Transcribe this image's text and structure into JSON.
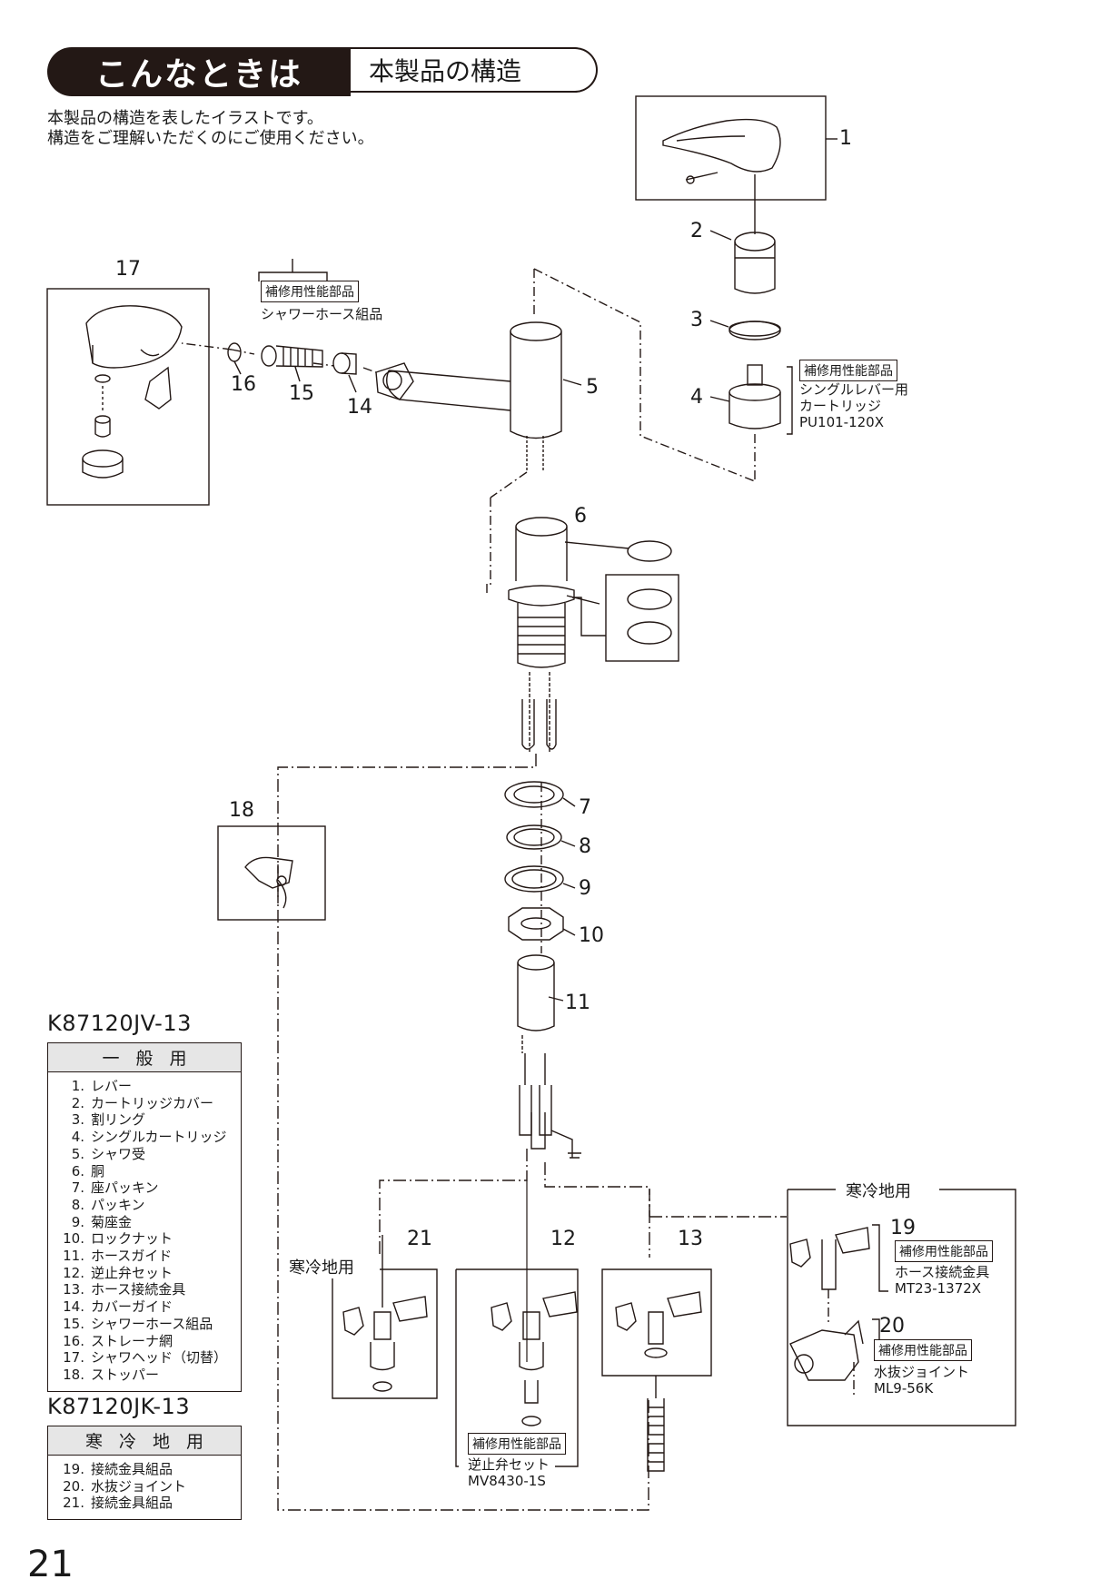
{
  "header": {
    "tab": "こんなときは",
    "title": "本製品の構造"
  },
  "intro": "本製品の構造を表したイラストです。\n構造をご理解いただくのにご使用ください。",
  "tags": {
    "repair_part": "補修用性能部品"
  },
  "callouts": {
    "c1": "1",
    "c2": "2",
    "c3": "3",
    "c4": "4",
    "c5": "5",
    "c6": "6",
    "c7": "7",
    "c8": "8",
    "c9": "9",
    "c10": "10",
    "c11": "11",
    "c12": "12",
    "c13": "13",
    "c14": "14",
    "c15": "15",
    "c16": "16",
    "c17": "17",
    "c18": "18",
    "c19": "19",
    "c20": "20",
    "c21": "21"
  },
  "parts_notes": {
    "cartridge": "シングルレバー用\nカートリッジ\nPU101-120X",
    "shower_hose": "シャワーホース組品",
    "check_valve": "逆止弁セット\nMV8430-1S",
    "hose_fitting": "ホース接続金具\nMT23-1372X",
    "drain_joint": "水抜ジョイント\nML9-56K"
  },
  "cold_labels": {
    "left": "寒冷地用",
    "right": "寒冷地用"
  },
  "table_general": {
    "model": "K87120JV-13",
    "heading": "一般用",
    "items": [
      {
        "n": "1.",
        "name": "レバー"
      },
      {
        "n": "2.",
        "name": "カートリッジカバー"
      },
      {
        "n": "3.",
        "name": "割リング"
      },
      {
        "n": "4.",
        "name": "シングルカートリッジ"
      },
      {
        "n": "5.",
        "name": "シャワ受"
      },
      {
        "n": "6.",
        "name": "胴"
      },
      {
        "n": "7.",
        "name": "座パッキン"
      },
      {
        "n": "8.",
        "name": "パッキン"
      },
      {
        "n": "9.",
        "name": "菊座金"
      },
      {
        "n": "10.",
        "name": "ロックナット"
      },
      {
        "n": "11.",
        "name": "ホースガイド"
      },
      {
        "n": "12.",
        "name": "逆止弁セット"
      },
      {
        "n": "13.",
        "name": "ホース接続金具"
      },
      {
        "n": "14.",
        "name": "カバーガイド"
      },
      {
        "n": "15.",
        "name": "シャワーホース組品"
      },
      {
        "n": "16.",
        "name": "ストレーナ網"
      },
      {
        "n": "17.",
        "name": "シャワヘッド（切替）"
      },
      {
        "n": "18.",
        "name": "ストッパー"
      }
    ]
  },
  "table_cold": {
    "model": "K87120JK-13",
    "heading": "寒冷地用",
    "items": [
      {
        "n": "19.",
        "name": "接続金具組品"
      },
      {
        "n": "20.",
        "name": "水抜ジョイント"
      },
      {
        "n": "21.",
        "name": "接続金具組品"
      }
    ]
  },
  "page_number": "21"
}
